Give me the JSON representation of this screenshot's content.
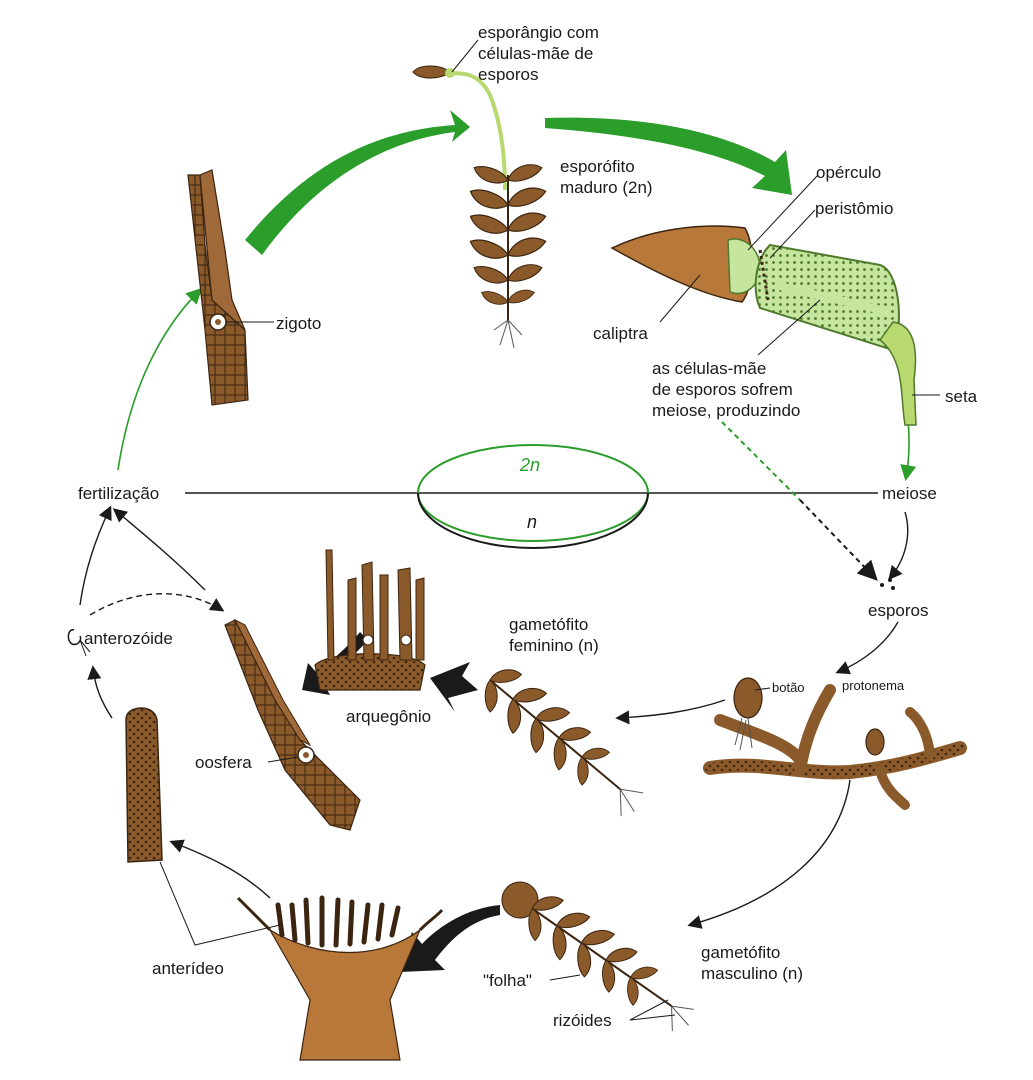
{
  "labels": {
    "esporangio": "esporângio com\ncélulas-mãe de\nesporos",
    "esporofito": "esporófito\nmaduro (2n)",
    "operculo": "opérculo",
    "peristomio": "peristômio",
    "caliptra": "caliptra",
    "celulas_mae": "as células-mãe\nde esporos sofrem\nmeiose, produzindo",
    "seta": "seta",
    "zigoto": "zigoto",
    "fertilizacao": "fertilização",
    "meiose": "meiose",
    "esporos": "esporos",
    "gametofito_feminino": "gametófito\nfeminino (n)",
    "botao": "botão",
    "protonema": "protonema",
    "anterozoide": "anterozóide",
    "arquegonio": "arquegônio",
    "oosfera": "oosfera",
    "anterideo": "anterídeo",
    "gametofito_masculino": "gametófito\nmasculino (n)",
    "folha": "\"folha\"",
    "rizoides": "rizóides"
  },
  "ploidy": {
    "diploid": "2n",
    "haploid": "n"
  },
  "colors": {
    "green": "#2a9d2a",
    "brown": "#8b5a2b",
    "dark": "#1a1a1a",
    "light_green": "#c6e6a0"
  }
}
